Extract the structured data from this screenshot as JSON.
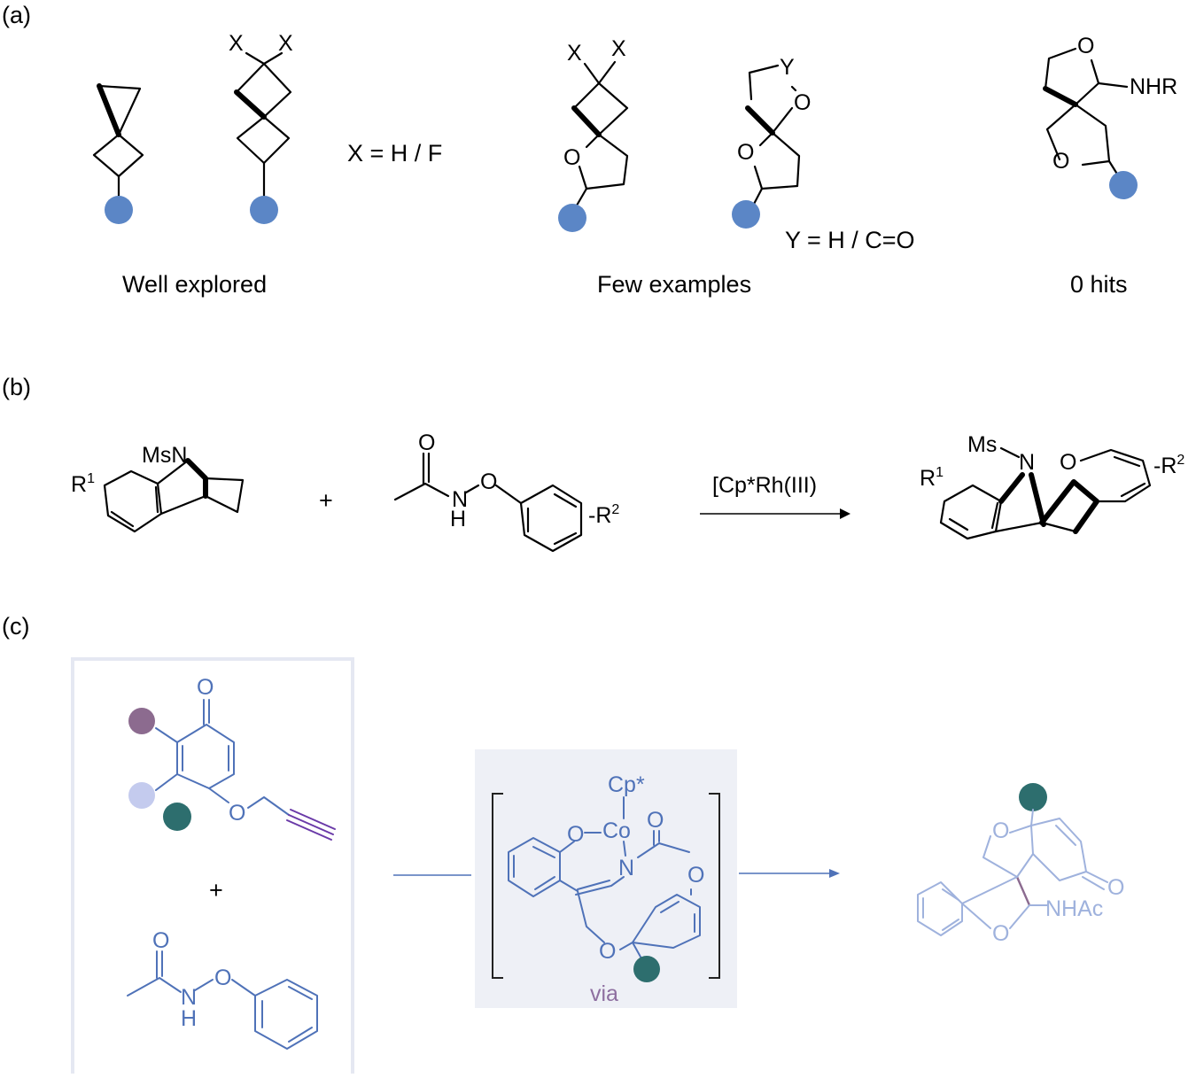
{
  "panels": {
    "a": {
      "label": "(a)",
      "note_x": "X = H / F",
      "note_y": "Y = H / C=O",
      "caption_well": "Well explored",
      "caption_few": "Few examples",
      "caption_zero": "0 hits"
    },
    "b": {
      "label": "(b)",
      "plus": "+",
      "conditions": "[Cp*Rh(III)"
    },
    "c": {
      "label": "(c)",
      "plus": "+",
      "via": "via",
      "cp": "Cp*",
      "co": "Co",
      "nhac": "NHAc"
    }
  },
  "atoms": {
    "x": "X",
    "y": "Y",
    "o": "O",
    "n": "N",
    "h": "H",
    "nhr": "NHR",
    "msn": "MsN",
    "ms": "Ms",
    "r": "R",
    "one": "1",
    "two": "2",
    "dash": "-"
  },
  "colors": {
    "substituent_blue": "#5b86c6",
    "teal": "#2d6e6e",
    "mauve": "#8c6b8f",
    "lavender": "#c4cbee",
    "structure_blue": "#4f72b8",
    "pale_blue": "#9fb2dd",
    "box_gray": "#eef0f6",
    "frame_gray": "#e5e8f2",
    "via_purple": "#8e6fa0"
  }
}
